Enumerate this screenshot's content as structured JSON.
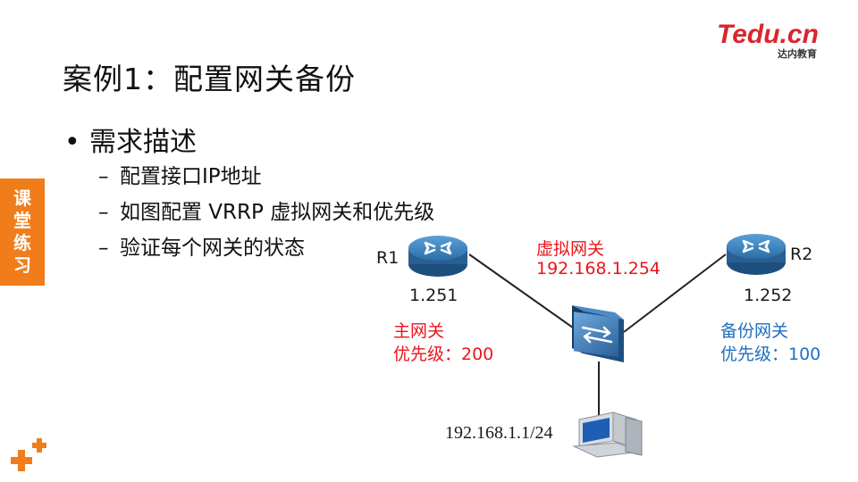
{
  "slide": {
    "title": "案例1：配置网关备份",
    "bullet": "需求描述",
    "subitems": [
      "配置接口IP地址",
      "如图配置 VRRP 虚拟网关和优先级",
      "验证每个网关的状态"
    ],
    "side_tab": [
      "课",
      "堂",
      "练",
      "习"
    ]
  },
  "logo": {
    "brand": "Tedu.cn",
    "sub": "达内教育"
  },
  "diagram": {
    "r1": {
      "name": "R1",
      "ip": "1.251"
    },
    "r2": {
      "name": "R2",
      "ip": "1.252"
    },
    "vgw": {
      "title": "虚拟网关",
      "ip": "192.168.1.254"
    },
    "master": {
      "role": "主网关",
      "priority": "优先级：200"
    },
    "backup": {
      "role": "备份网关",
      "priority": "优先级：100"
    },
    "pc": {
      "ip": "192.168.1.1/24"
    }
  },
  "colors": {
    "accent": "#f07d1a",
    "red": "#e8151b",
    "blue": "#1e6fc0",
    "router": "#2b6ea8"
  }
}
